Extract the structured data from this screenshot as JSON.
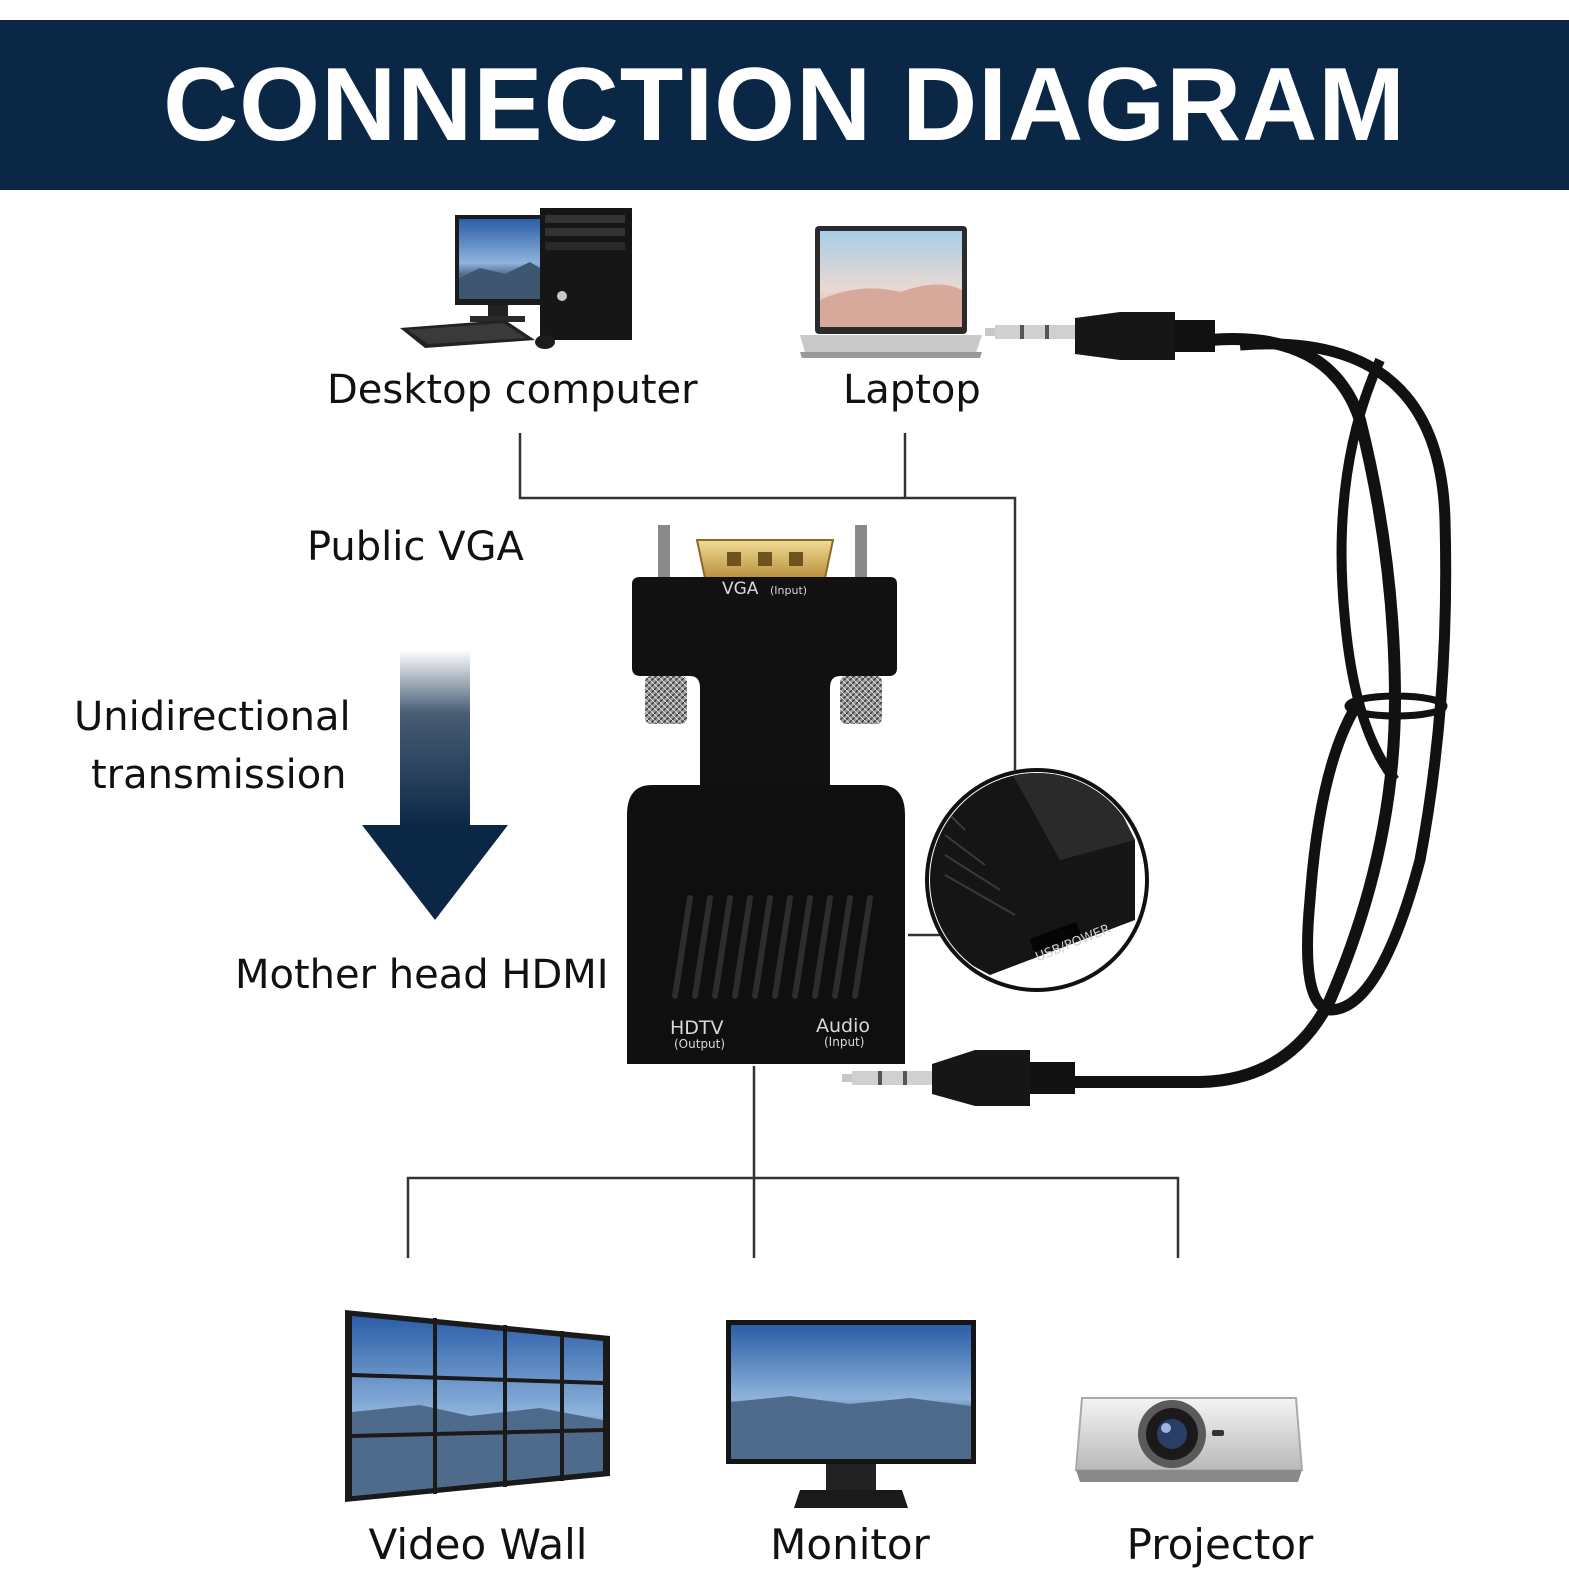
{
  "title": "CONNECTION DIAGRAM",
  "sources": {
    "desktop": "Desktop computer",
    "laptop": "Laptop"
  },
  "left_labels": {
    "input": "Public VGA",
    "direction_line1": "Unidirectional",
    "direction_line2": "transmission",
    "output": "Mother head HDMI"
  },
  "adapter": {
    "vga_label": "VGA",
    "vga_sub": "(Input)",
    "hdtv_label": "HDTV",
    "hdtv_sub": "(Output)",
    "audio_label": "Audio",
    "audio_sub": "(Input)",
    "usb_label": "USB/POWER"
  },
  "outputs": {
    "video_wall": "Video Wall",
    "monitor": "Monitor",
    "projector": "Projector"
  },
  "colors": {
    "banner": "#0b2746",
    "arrow": "#0b2746",
    "device": "#111111",
    "connector_gold": "#d6b45c"
  }
}
